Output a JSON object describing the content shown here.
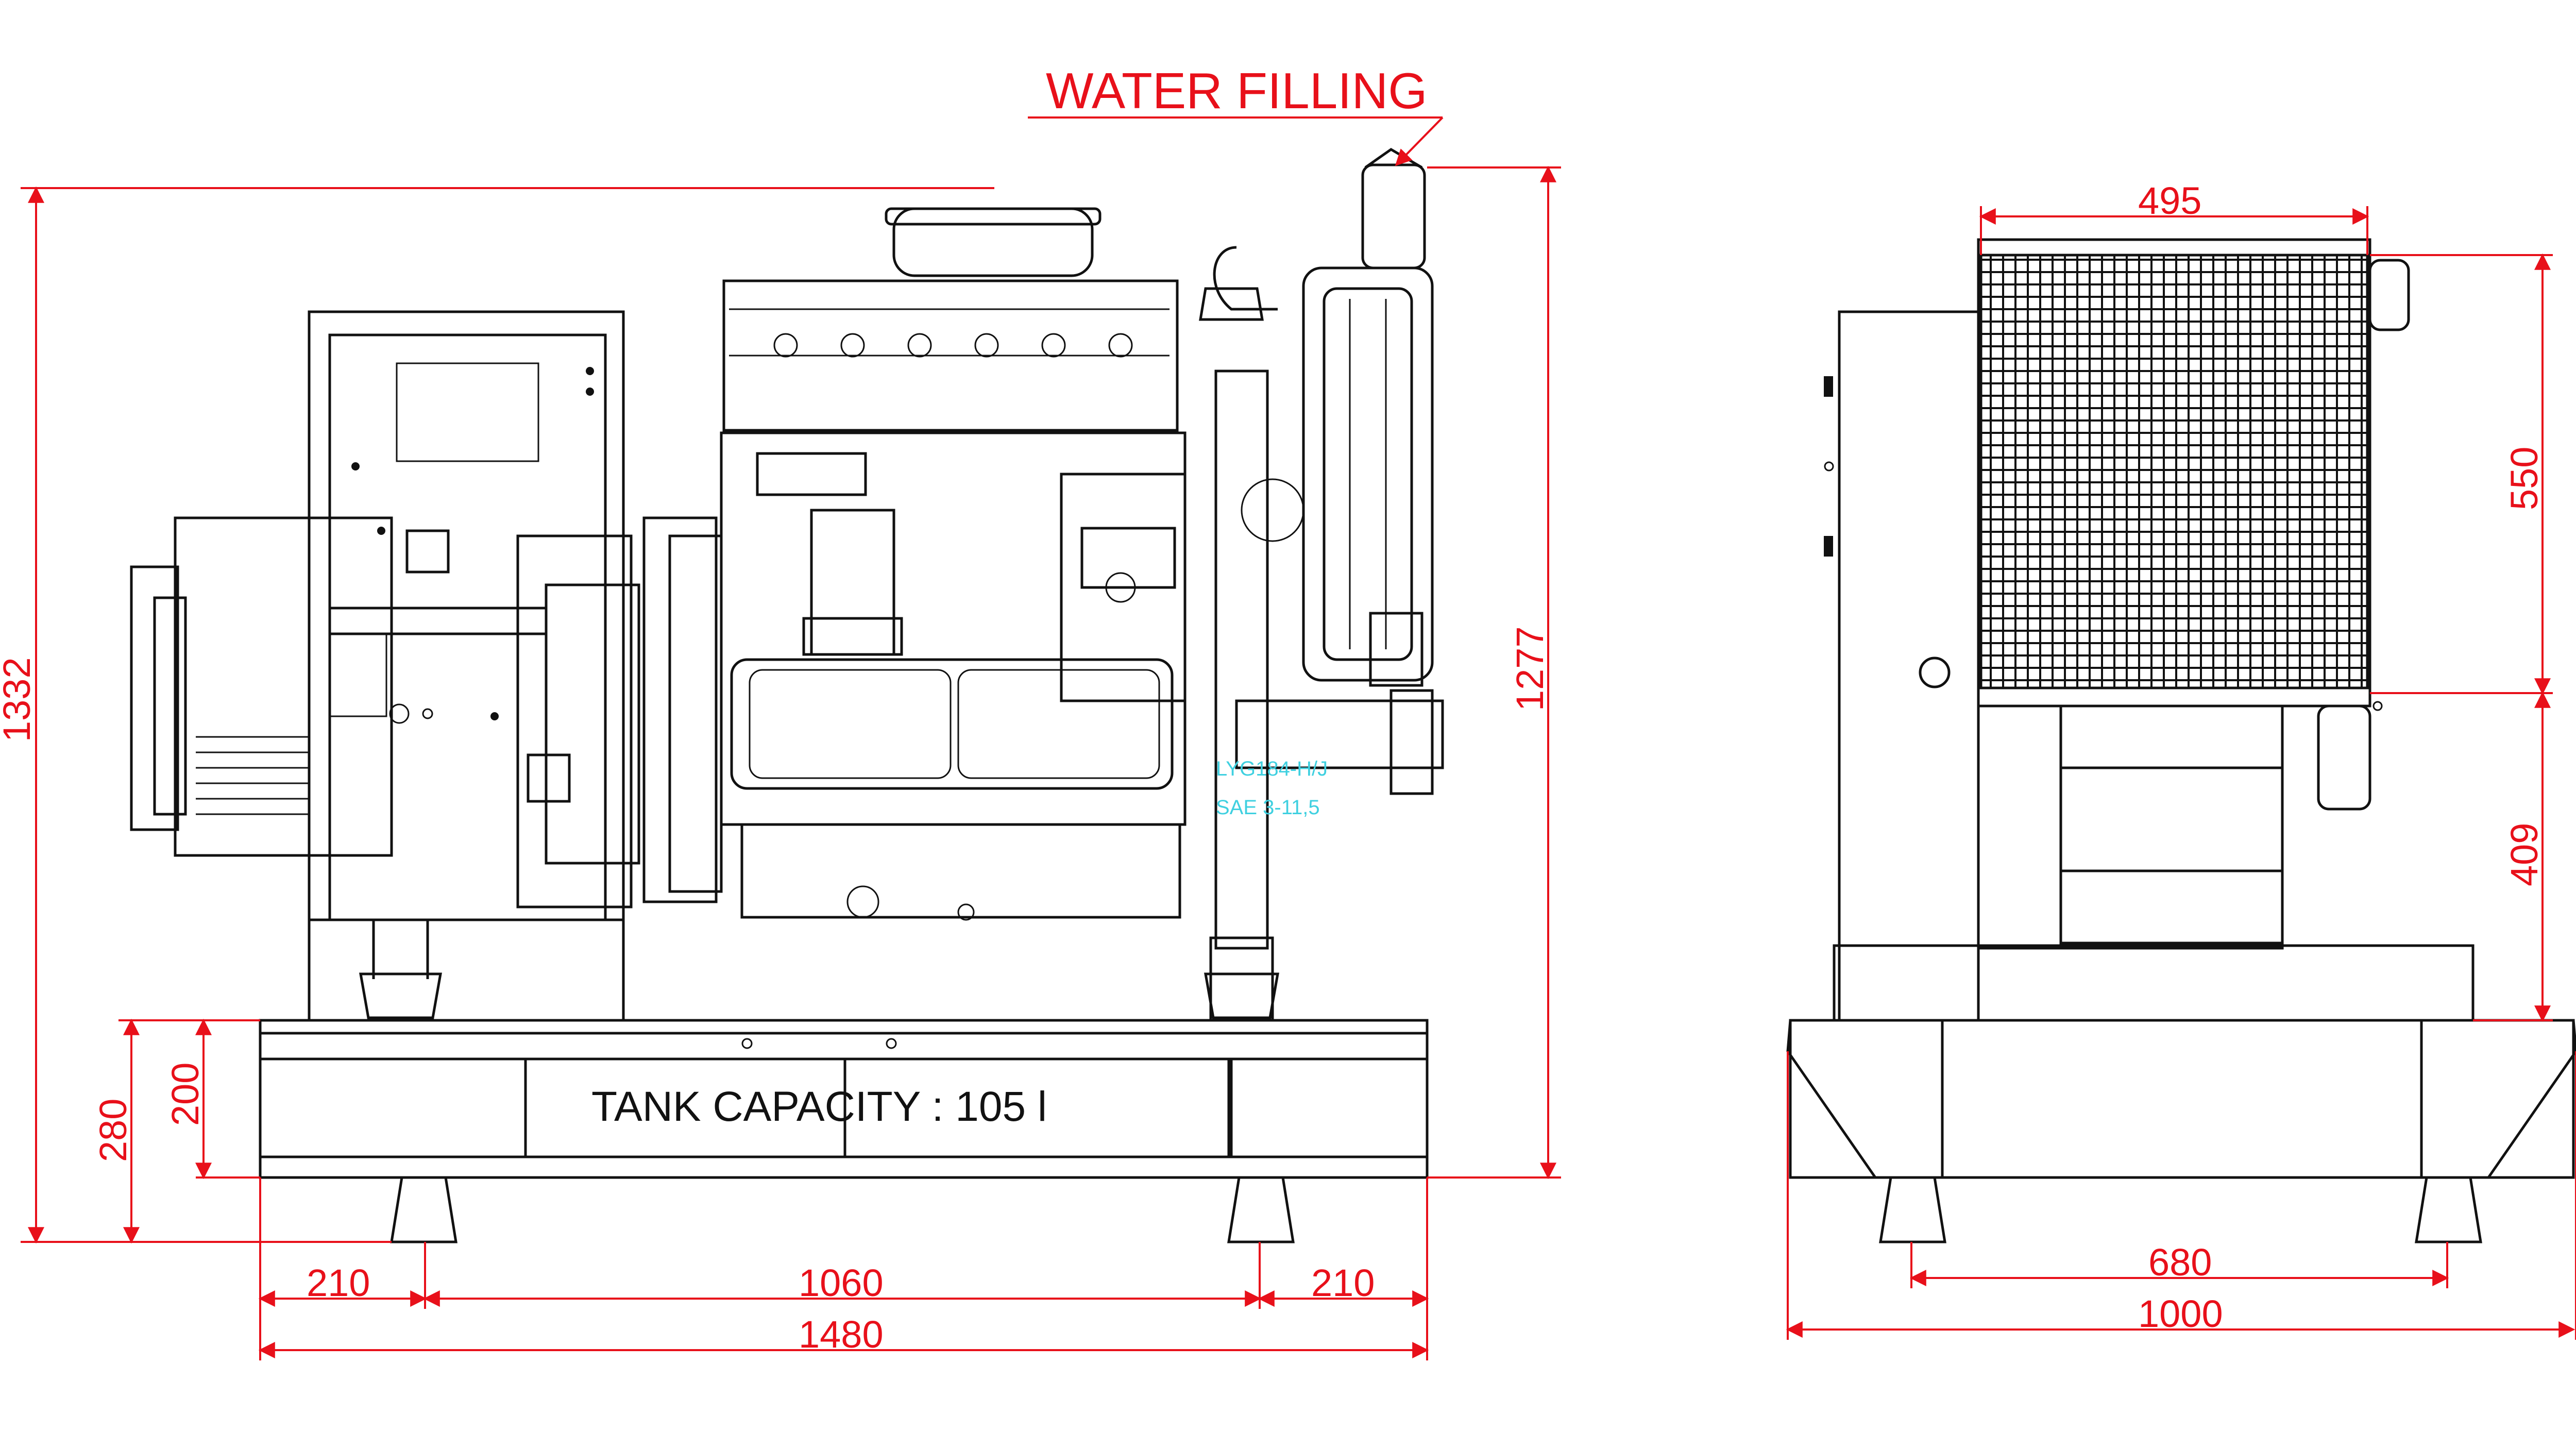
{
  "labels": {
    "water_filling": "WATER FILLING",
    "tank_capacity": "TANK CAPACITY : 105 l",
    "alternator_model": "LYG184-H/J",
    "sae": "SAE 3-11,5"
  },
  "dimensions_front": {
    "total_height": "1332",
    "height_to_cap": "1277",
    "base_height": "280",
    "tank_height": "200",
    "left_offset": "210",
    "center_span": "1060",
    "right_offset": "210",
    "total_length": "1480"
  },
  "dimensions_side": {
    "radiator_width": "495",
    "radiator_height": "550",
    "radiator_elevation": "409",
    "foot_span": "680",
    "total_width": "1000"
  },
  "colors": {
    "dimension": "#e8101a",
    "drawing": "#111111",
    "annotation": "#3fd0e0"
  }
}
